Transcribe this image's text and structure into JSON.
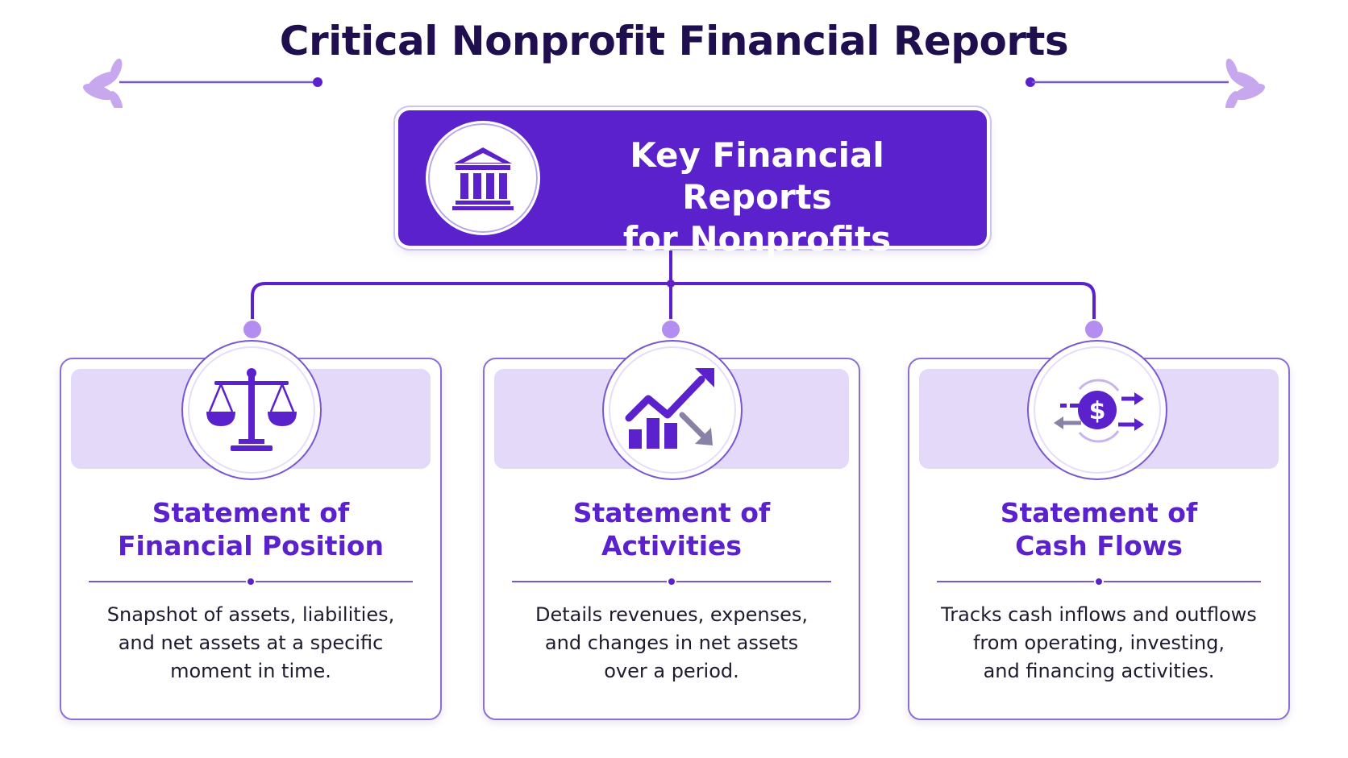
{
  "title": "Critical Nonprofit Financial Reports",
  "root": {
    "line1": "Key Financial Reports",
    "line2": "for Nonprofits",
    "icon": "bank-building-icon"
  },
  "colors": {
    "primary": "#5b21cc",
    "dark_title": "#1f0f4f",
    "band": "#e4d9f8",
    "connector": "#5b21cc",
    "node": "#b38ef0",
    "arrow_gray": "#8a82a6"
  },
  "cards": [
    {
      "title_line1": "Statement of",
      "title_line2": "Financial Position",
      "desc_line1": "Snapshot of assets, liabilities,",
      "desc_line2": "and net assets at a specific",
      "desc_line3": "moment in time.",
      "icon": "balance-scale-icon"
    },
    {
      "title_line1": "Statement of",
      "title_line2": "Activities",
      "desc_line1": "Details revenues, expenses,",
      "desc_line2": "and changes in net assets",
      "desc_line3": "over a period.",
      "icon": "trend-chart-icon"
    },
    {
      "title_line1": "Statement of",
      "title_line2": "Cash Flows",
      "desc_line1": "Tracks cash inflows and outflows",
      "desc_line2": "from operating, investing,",
      "desc_line3": "and financing activities.",
      "icon": "cash-flow-icon"
    }
  ]
}
